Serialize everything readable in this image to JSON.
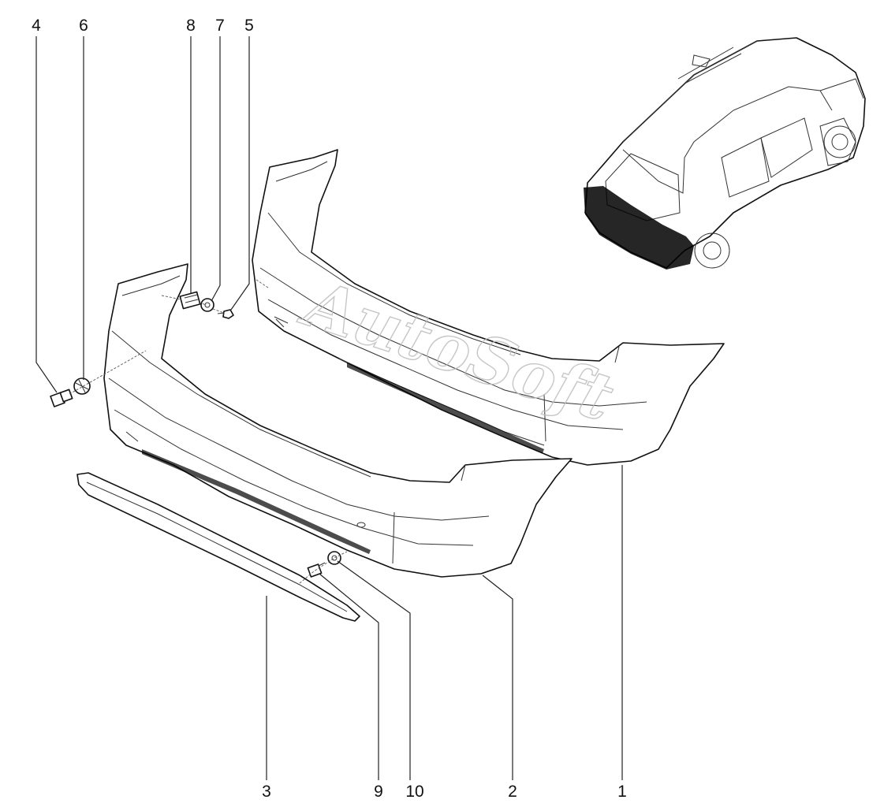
{
  "callouts": {
    "n1": "1",
    "n2": "2",
    "n3": "3",
    "n4": "4",
    "n5": "5",
    "n6": "6",
    "n7": "7",
    "n8": "8",
    "n9": "9",
    "n10": "10"
  },
  "watermark": "AutoSoft"
}
